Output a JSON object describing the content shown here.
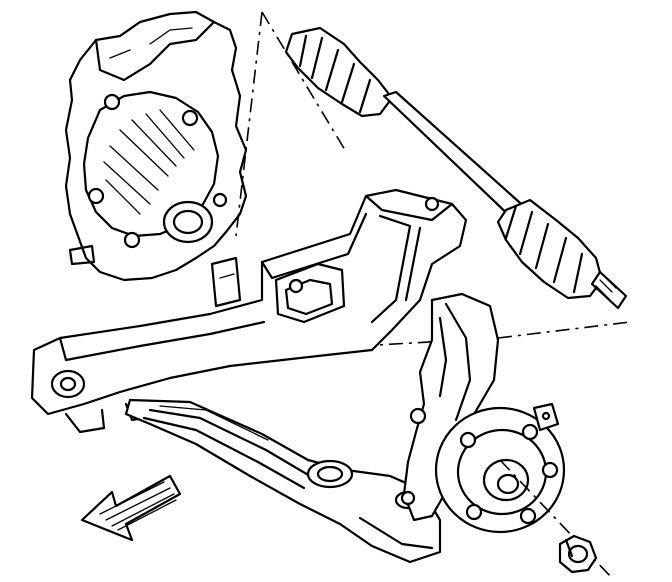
{
  "diagram": {
    "components": [
      {
        "id": "transaxle-housing",
        "icon": "transaxle-icon"
      },
      {
        "id": "drive-axle-shaft",
        "icon": "axle-shaft-icon"
      },
      {
        "id": "inner-cv-boot",
        "icon": "cv-boot-icon"
      },
      {
        "id": "outer-cv-boot",
        "icon": "cv-boot-icon"
      },
      {
        "id": "front-subframe",
        "icon": "subframe-icon"
      },
      {
        "id": "lower-control-arm",
        "icon": "control-arm-icon"
      },
      {
        "id": "steering-knuckle",
        "icon": "knuckle-icon"
      },
      {
        "id": "wheel-hub",
        "icon": "hub-icon"
      },
      {
        "id": "hub-nut",
        "icon": "nut-icon"
      },
      {
        "id": "vehicle-front-arrow",
        "icon": "arrow-icon"
      }
    ],
    "colors": {
      "ink": "#000000",
      "paper": "#ffffff"
    }
  }
}
